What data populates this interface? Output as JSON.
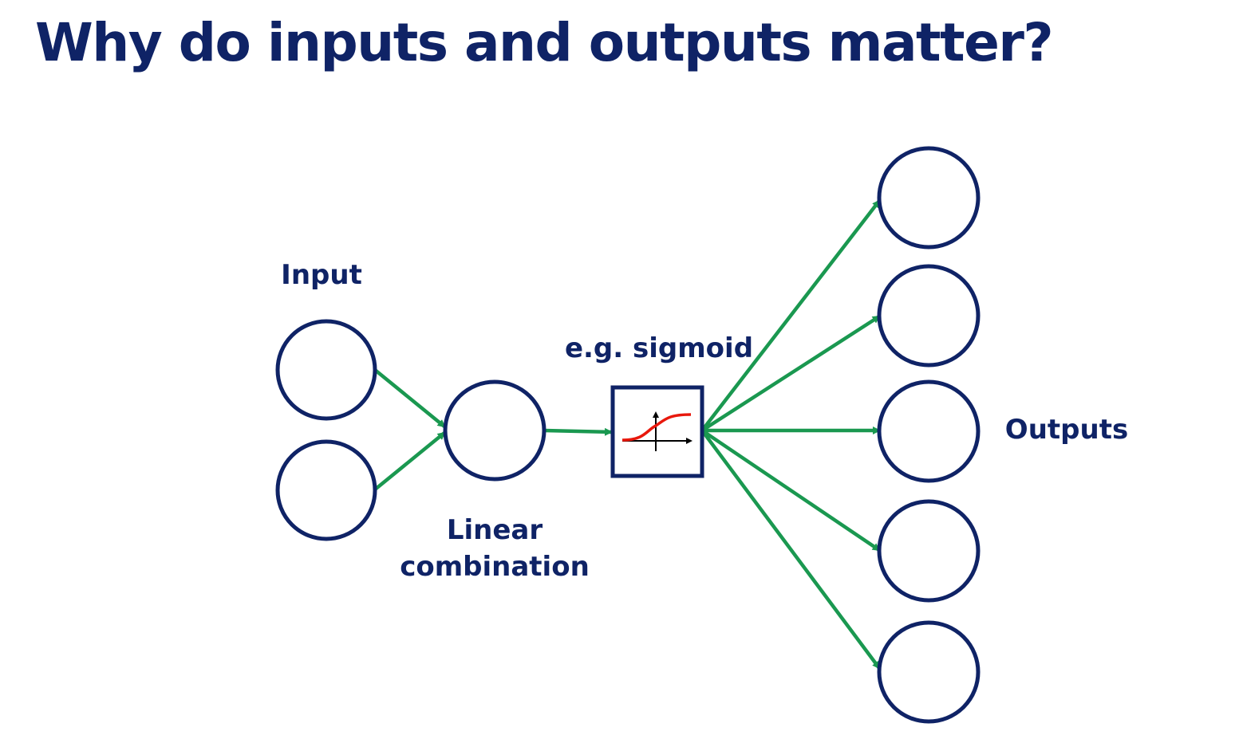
{
  "title": "Why do inputs and outputs matter?",
  "labels": {
    "input": "Input",
    "linear_line1": "Linear",
    "linear_line2": "combination",
    "activation": "e.g. sigmoid",
    "outputs": "Outputs"
  },
  "colors": {
    "text": "#0f2366",
    "node_stroke": "#0f2366",
    "arrow": "#1a9850",
    "sigmoid_curve": "#e8180c",
    "axes": "#000000"
  },
  "icons": {
    "activation": "sigmoid-curve-icon"
  }
}
